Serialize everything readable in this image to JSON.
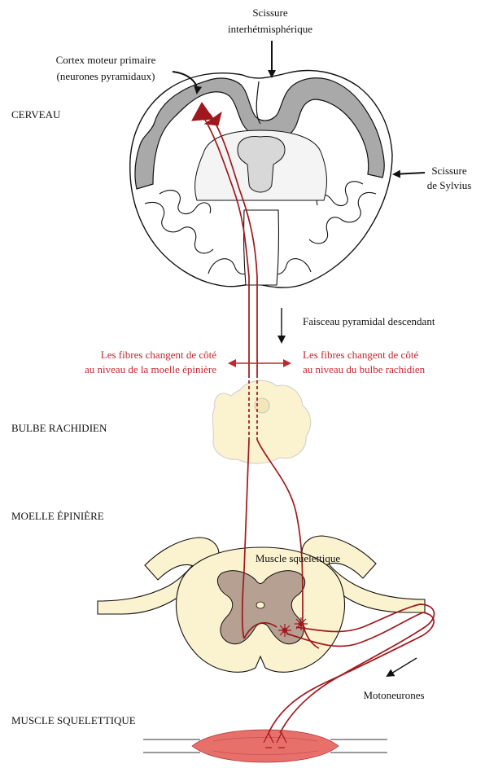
{
  "labels": {
    "scissure_inter_1": "Scissure",
    "scissure_inter_2": "interhétmisphérique",
    "cortex_1": "Cortex moteur primaire",
    "cortex_2": "(neurones pyramidaux)",
    "cerveau": "CERVEAU",
    "sylvius_1": "Scissure",
    "sylvius_2": "de Sylvius",
    "faisceau": "Faisceau pyramidal descendant",
    "left_red_1": "Les fibres changent de côté",
    "left_red_2": "au niveau de la moelle épinière",
    "right_red_1": "Les fibres changent de côté",
    "right_red_2": "au niveau du bulbe rachidien",
    "bulbe": "BULBE RACHIDIEN",
    "moelle": "MOELLE ÉPINIÈRE",
    "muscle_inner": "Muscle squelettique",
    "motoneurones": "Motoneurones",
    "muscle": "MUSCLE SQUELETTIQUE"
  },
  "colors": {
    "fiber": "#a0181c",
    "label_red": "#c0282d",
    "cortex_gray": "#a9a9a9",
    "ventricle": "#d8d8d8",
    "tissue": "#fbf2cf",
    "gray_matter": "#b5a091",
    "muscle": "#e8706a"
  }
}
